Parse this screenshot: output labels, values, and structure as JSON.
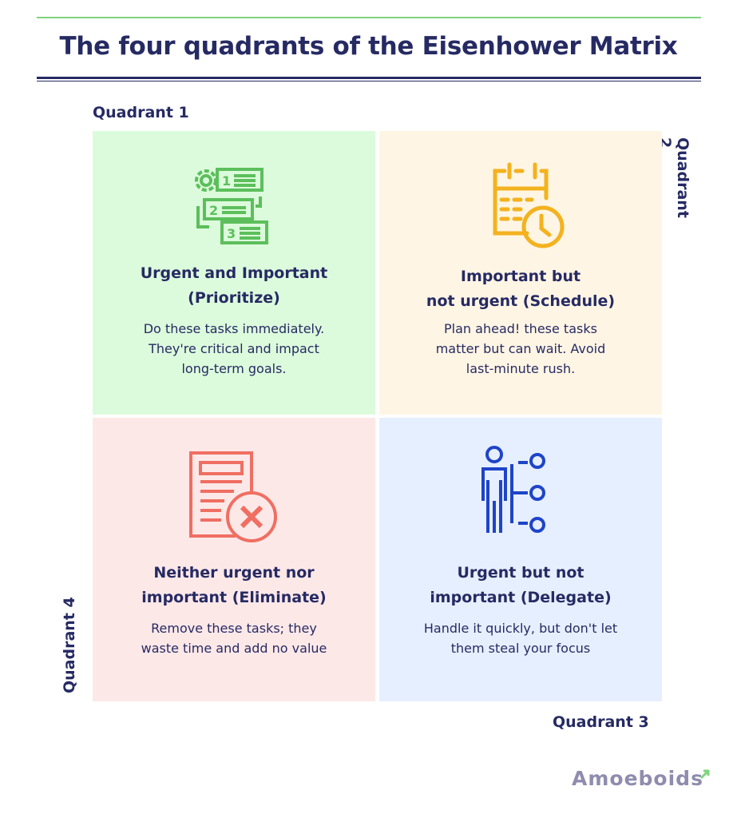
{
  "title": "The four quadrants of the Eisenhower Matrix",
  "labels": {
    "q1": "Quadrant 1",
    "q2": "Quadrant 2",
    "q3": "Quadrant 3",
    "q4": "Quadrant 4"
  },
  "quadrants": {
    "q1": {
      "heading1": "Urgent and Important",
      "heading2": "(Prioritize)",
      "desc1": "Do these tasks immediately.",
      "desc2": "They're critical and impact",
      "desc3": "long-term goals.",
      "color": "#5cbf5c"
    },
    "q2": {
      "heading1": "Important but",
      "heading2": "not urgent (Schedule)",
      "desc1": "Plan ahead! these tasks",
      "desc2": "matter but can wait. Avoid",
      "desc3": "last-minute rush.",
      "color": "#f3b21f"
    },
    "q4": {
      "heading1": "Neither urgent nor",
      "heading2": "important (Eliminate)",
      "desc1": "Remove these tasks; they",
      "desc2": "waste time and add no value",
      "color": "#ef6f62"
    },
    "q3": {
      "heading1": "Urgent but not",
      "heading2": "important (Delegate)",
      "desc1": "Handle it quickly, but don't let",
      "desc2": "them steal your focus",
      "color": "#1f44c8"
    }
  },
  "logo": "Amoeboids"
}
